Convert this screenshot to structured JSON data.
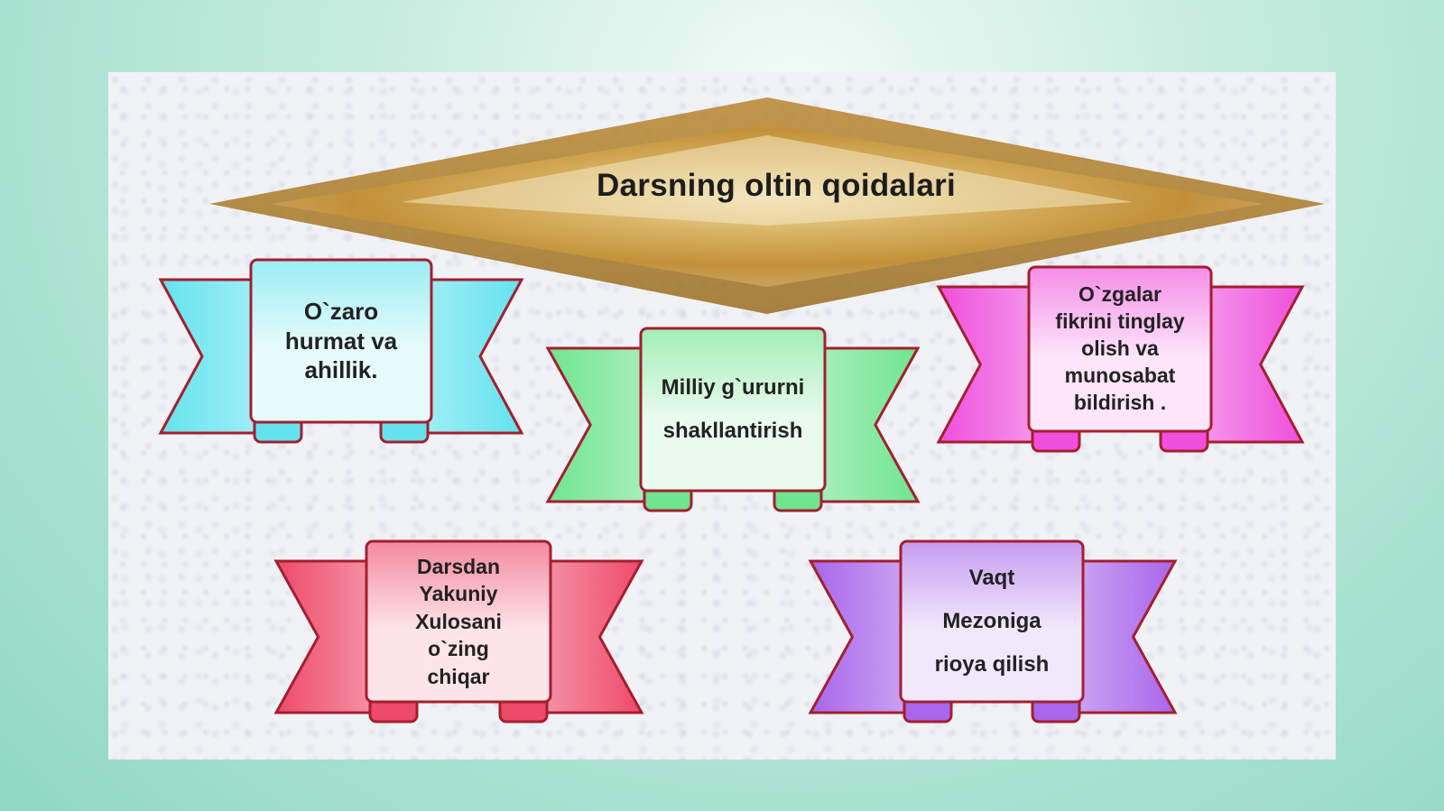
{
  "diagram": {
    "title": "Darsning oltin qoidalari",
    "colors": {
      "gold": "#c79a3a",
      "border": "#a31f2f",
      "cyan": "#63e3ee",
      "green": "#6fe58f",
      "magenta": "#ef4fdc",
      "red": "#ee4a6a",
      "purple": "#a866ea"
    },
    "rules": [
      {
        "id": "rule-1",
        "text": "O`zaro\nhurmat va\nahillik.",
        "color": "cyan"
      },
      {
        "id": "rule-2",
        "text": "Milliy g`ururni\n\nshakllantirish",
        "color": "green"
      },
      {
        "id": "rule-3",
        "text": "O`zgalar\nfikrini tinglay\nolish va\nmunosabat\nbildirish .",
        "color": "magenta"
      },
      {
        "id": "rule-4",
        "text": "Darsdan\nYakuniy\nXulosani\no`zing\nchiqar",
        "color": "red"
      },
      {
        "id": "rule-5",
        "text": "Vaqt\n\nMezoniga\n\nrioya qilish",
        "color": "purple"
      }
    ]
  }
}
